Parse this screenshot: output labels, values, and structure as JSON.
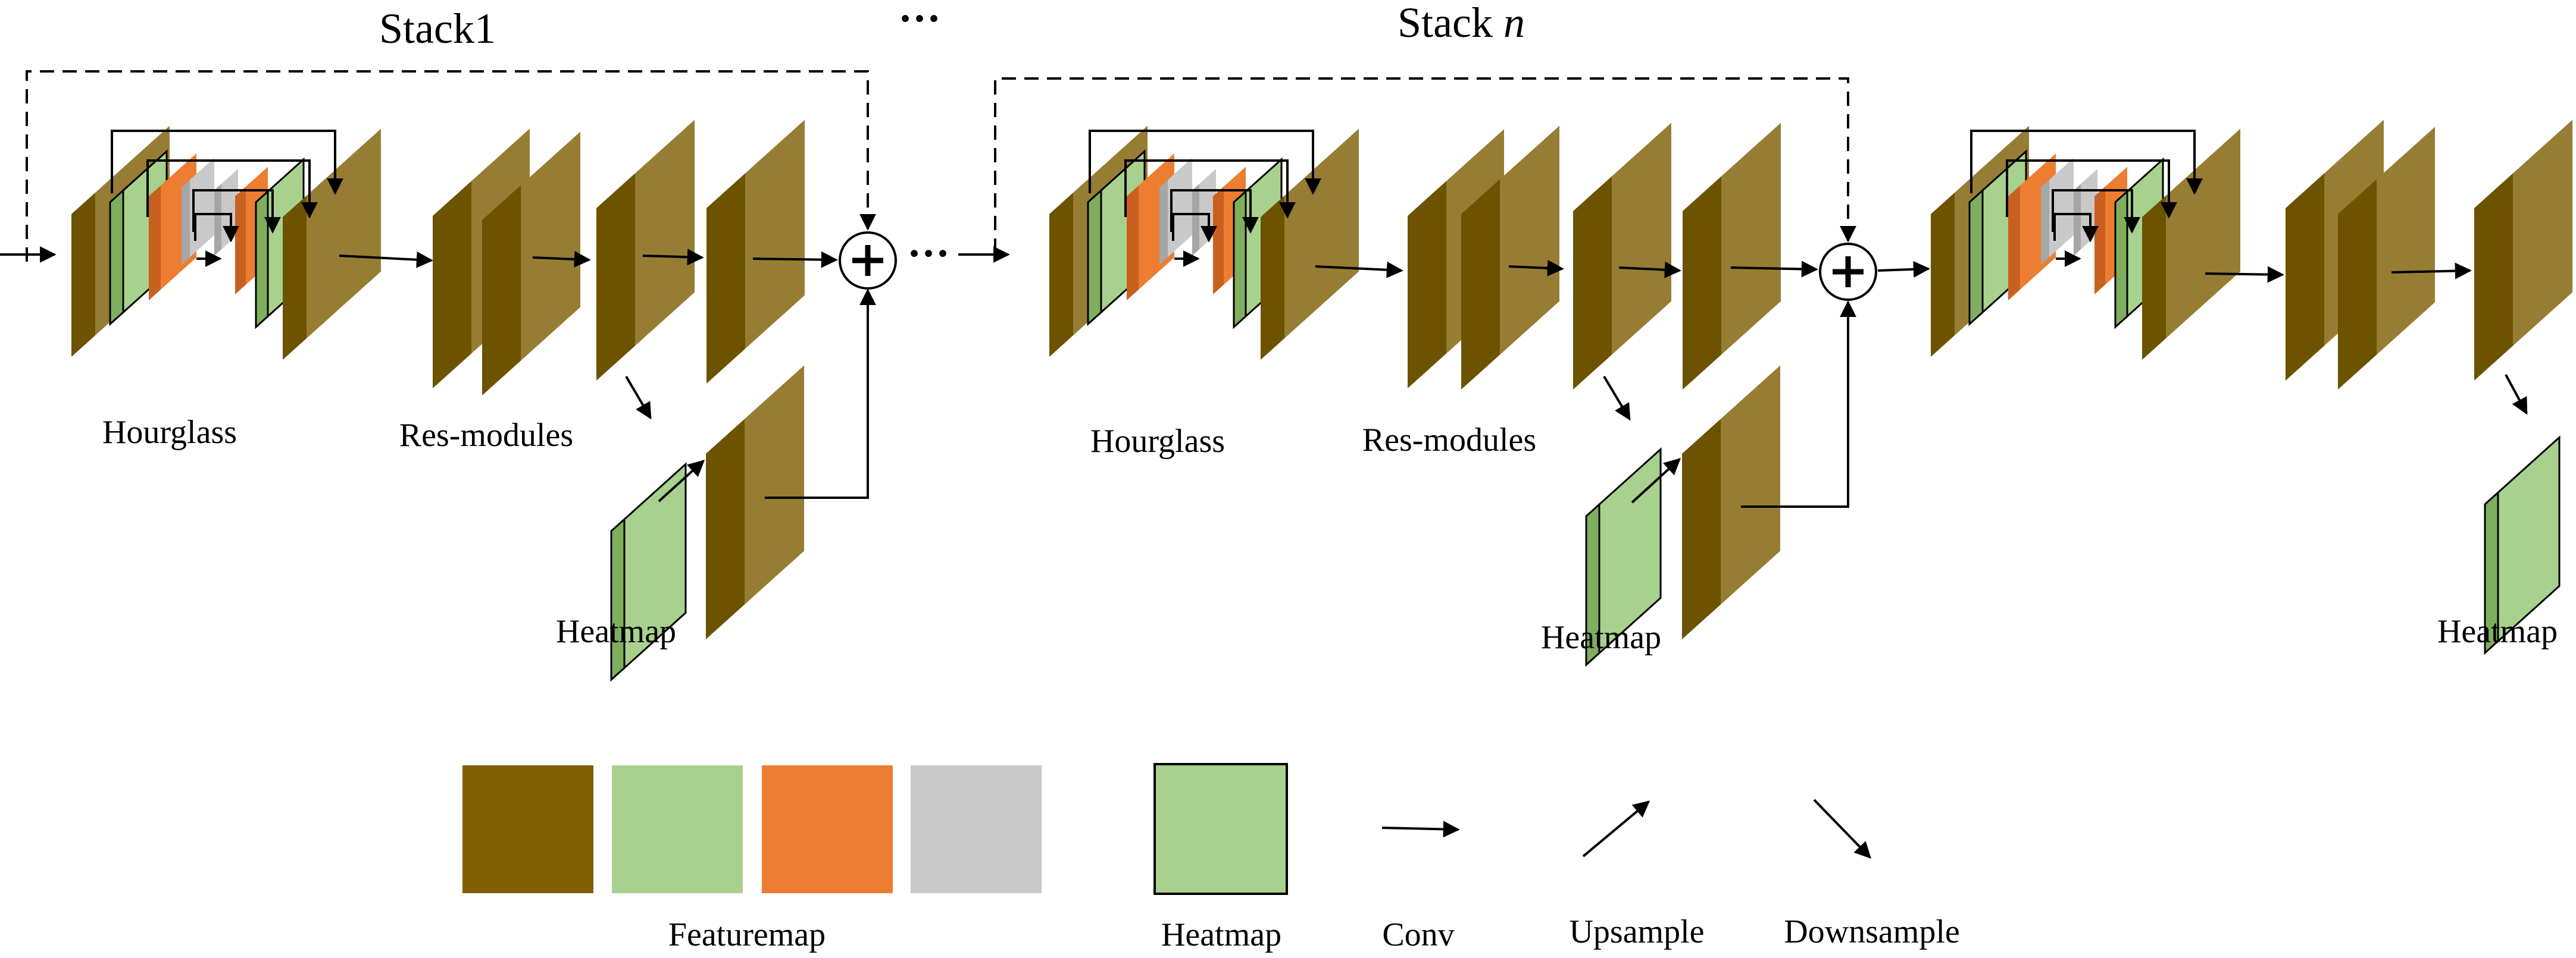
{
  "colors": {
    "feature_dark": "#7F5F00",
    "feature_face": "#977D33",
    "feature_edge": "#6D5200",
    "green_face": "#A9D18E",
    "green_edge": "#7FAF5E",
    "orange_face": "#ED7D31",
    "orange_edge": "#C8611F",
    "gray_face": "#C9C9C9",
    "gray_edge": "#A6A6A6"
  },
  "labels": {
    "ellipsis_top": "···",
    "ellipsis_mid": "···",
    "stack1": {
      "title": "Stack1",
      "hourglass": "Hourglass",
      "res_modules": "Res-modules",
      "heatmap": "Heatmap"
    },
    "stackn": {
      "title_prefix": "Stack ",
      "title_var": "n",
      "hourglass": "Hourglass",
      "res_modules": "Res-modules",
      "heatmap": "Heatmap"
    },
    "final": {
      "heatmap": "Heatmap"
    }
  },
  "legend": {
    "featuremap_label": "Featuremap",
    "featuremap_swatches": [
      "feature_dark",
      "green_face",
      "orange_face",
      "gray_face"
    ],
    "heatmap_label": "Heatmap",
    "conv_label": "Conv",
    "upsample_label": "Upsample",
    "downsample_label": "Downsample"
  }
}
